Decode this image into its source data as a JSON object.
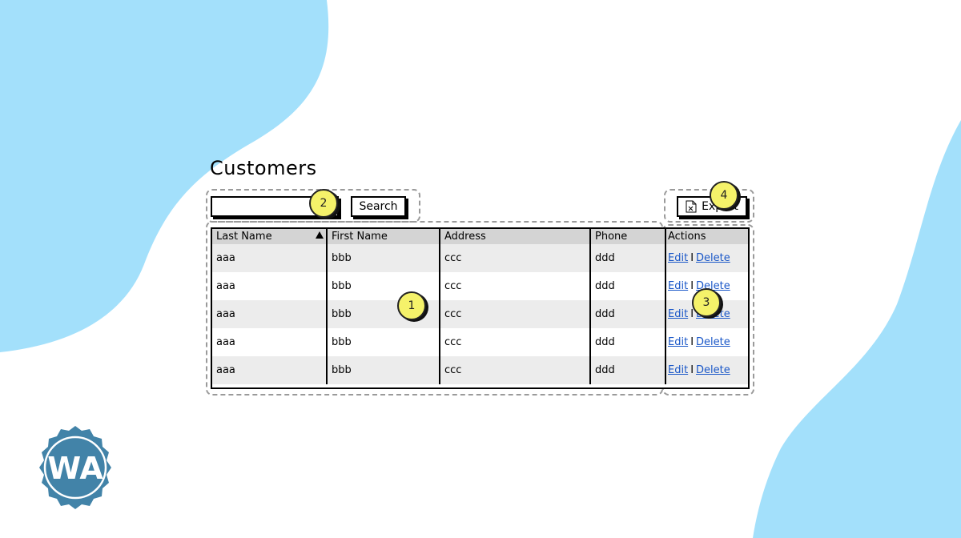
{
  "page": {
    "title": "Customers"
  },
  "toolbar": {
    "search_value": "",
    "search_label": "Search",
    "export_label": "Export"
  },
  "table": {
    "columns": [
      "Last Name",
      "First Name",
      "Address",
      "Phone",
      "Actions"
    ],
    "rows": [
      {
        "last": "aaa",
        "first": "bbb",
        "address": "ccc",
        "phone": "ddd"
      },
      {
        "last": "aaa",
        "first": "bbb",
        "address": "ccc",
        "phone": "ddd"
      },
      {
        "last": "aaa",
        "first": "bbb",
        "address": "ccc",
        "phone": "ddd"
      },
      {
        "last": "aaa",
        "first": "bbb",
        "address": "ccc",
        "phone": "ddd"
      },
      {
        "last": "aaa",
        "first": "bbb",
        "address": "ccc",
        "phone": "ddd"
      }
    ],
    "actions": {
      "edit": "Edit",
      "separator": "I",
      "delete": "Delete"
    }
  },
  "markers": [
    "1",
    "2",
    "3",
    "4"
  ],
  "logo": {
    "text": "WA"
  },
  "colors": {
    "blob": "#a3e0fb",
    "marker": "#f5f26a",
    "link": "#1a57c8",
    "header": "#d4d4d4"
  },
  "icons": {
    "export": "excel-file-icon",
    "sort": "sort-ascending-icon"
  }
}
